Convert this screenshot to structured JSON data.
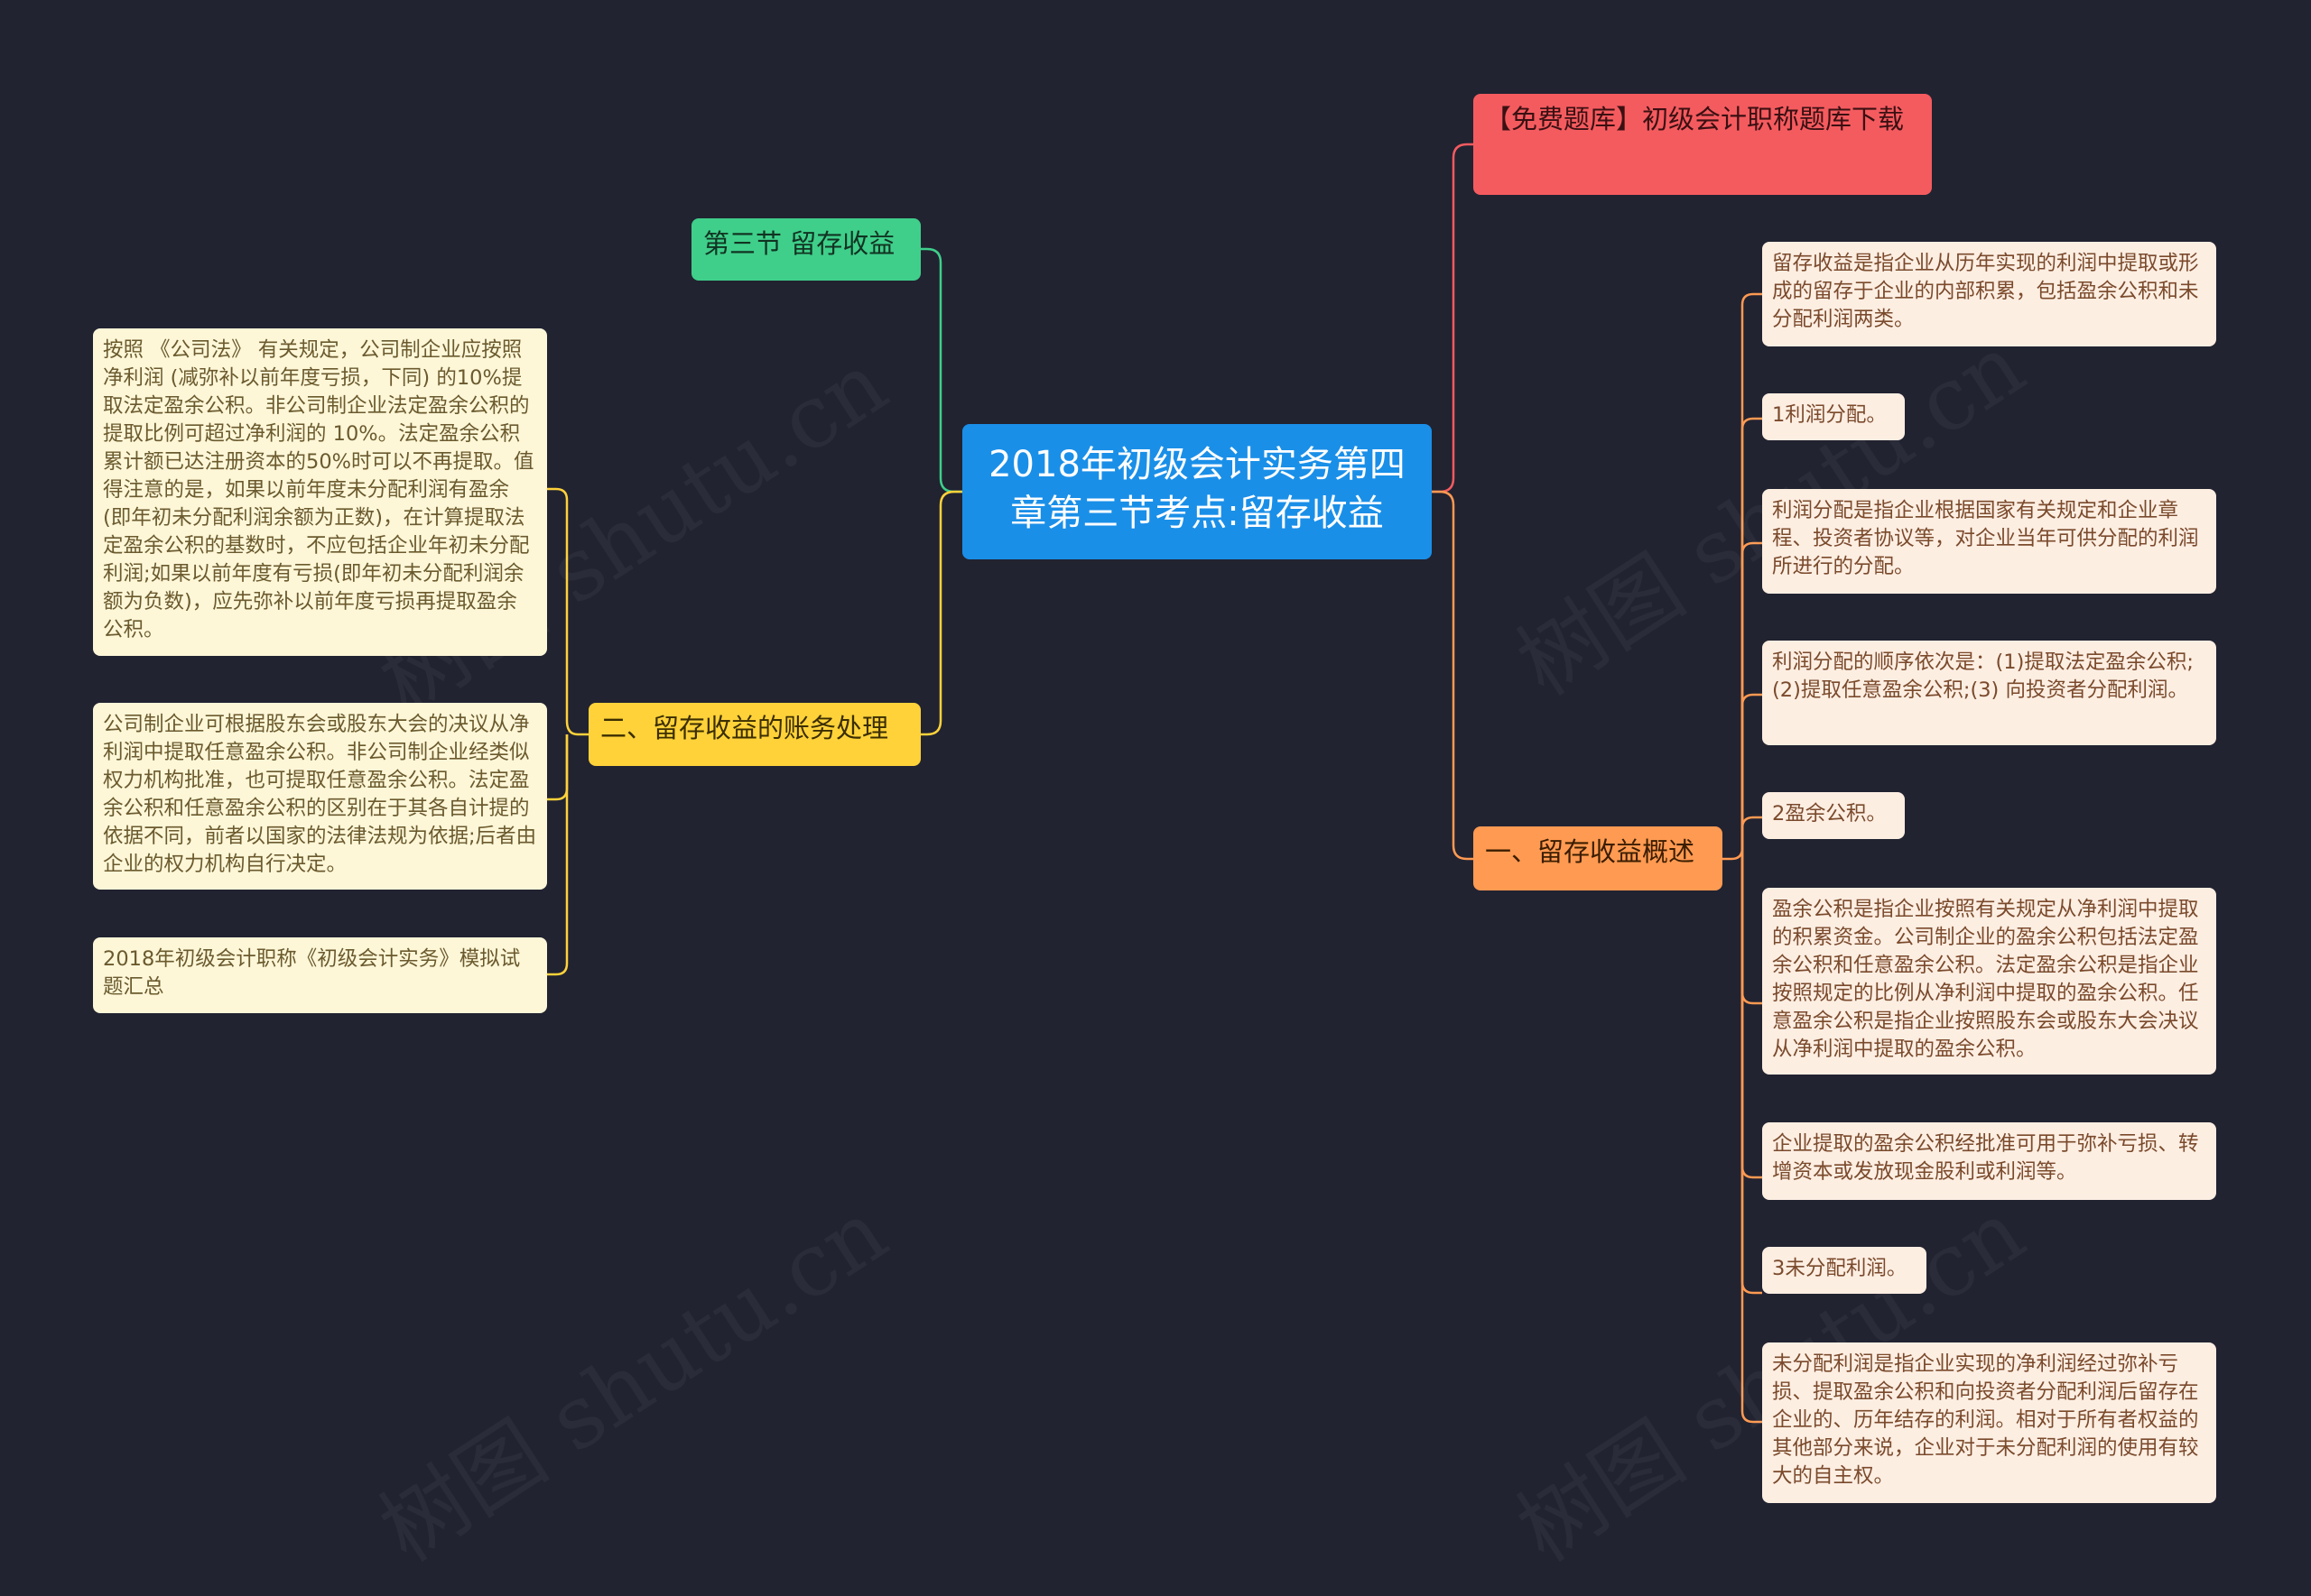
{
  "root": {
    "label": "2018年初级会计实务第四章第三节考点:留存收益"
  },
  "branches": {
    "free": {
      "label": "【免费题库】初级会计职称题库下载"
    },
    "section": {
      "label": "第三节 留存收益"
    },
    "accounting": {
      "label": "二、留存收益的账务处理",
      "items": [
        "按照 《公司法》 有关规定，公司制企业应按照净利润 (减弥补以前年度亏损，下同) 的10%提取法定盈余公积。非公司制企业法定盈余公积的提取比例可超过净利润的 10%。法定盈余公积累计额已达注册资本的50%时可以不再提取。值得注意的是，如果以前年度未分配利润有盈余(即年初未分配利润余额为正数)，在计算提取法定盈余公积的基数时，不应包括企业年初未分配利润;如果以前年度有亏损(即年初未分配利润余额为负数)，应先弥补以前年度亏损再提取盈余公积。",
        "公司制企业可根据股东会或股东大会的决议从净利润中提取任意盈余公积。非公司制企业经类似权力机构批准，也可提取任意盈余公积。法定盈余公积和任意盈余公积的区别在于其各自计提的依据不同，前者以国家的法律法规为依据;后者由企业的权力机构自行决定。",
        "2018年初级会计职称《初级会计实务》模拟试题汇总"
      ]
    },
    "overview": {
      "label": "一、留存收益概述",
      "items": [
        "留存收益是指企业从历年实现的利润中提取或形成的留存于企业的内部积累，包括盈余公积和未分配利润两类。",
        "1利润分配。",
        "利润分配是指企业根据国家有关规定和企业章程、投资者协议等，对企业当年可供分配的利润所进行的分配。",
        "利润分配的顺序依次是：(1)提取法定盈余公积;(2)提取任意盈余公积;(3) 向投资者分配利润。",
        "2盈余公积。",
        "盈余公积是指企业按照有关规定从净利润中提取的积累资金。公司制企业的盈余公积包括法定盈余公积和任意盈余公积。法定盈余公积是指企业按照规定的比例从净利润中提取的盈余公积。任意盈余公积是指企业按照股东会或股东大会决议从净利润中提取的盈余公积。",
        "企业提取的盈余公积经批准可用于弥补亏损、转增资本或发放现金股利或利润等。",
        "3未分配利润。",
        "未分配利润是指企业实现的净利润经过弥补亏损、提取盈余公积和向投资者分配利润后留存在企业的、历年结存的利润。相对于所有者权益的其他部分来说，企业对于未分配利润的使用有较大的自主权。"
      ]
    }
  },
  "watermark": "树图 shutu.cn",
  "colors": {
    "background": "#212331",
    "root": "#1a8fe8",
    "free": "#f45b5f",
    "section": "#3fcf8a",
    "accounting": "#ffd23a",
    "overview": "#ff9a52",
    "leaf_yellow": "#fdf7d8",
    "leaf_orange": "#fdeee2"
  }
}
